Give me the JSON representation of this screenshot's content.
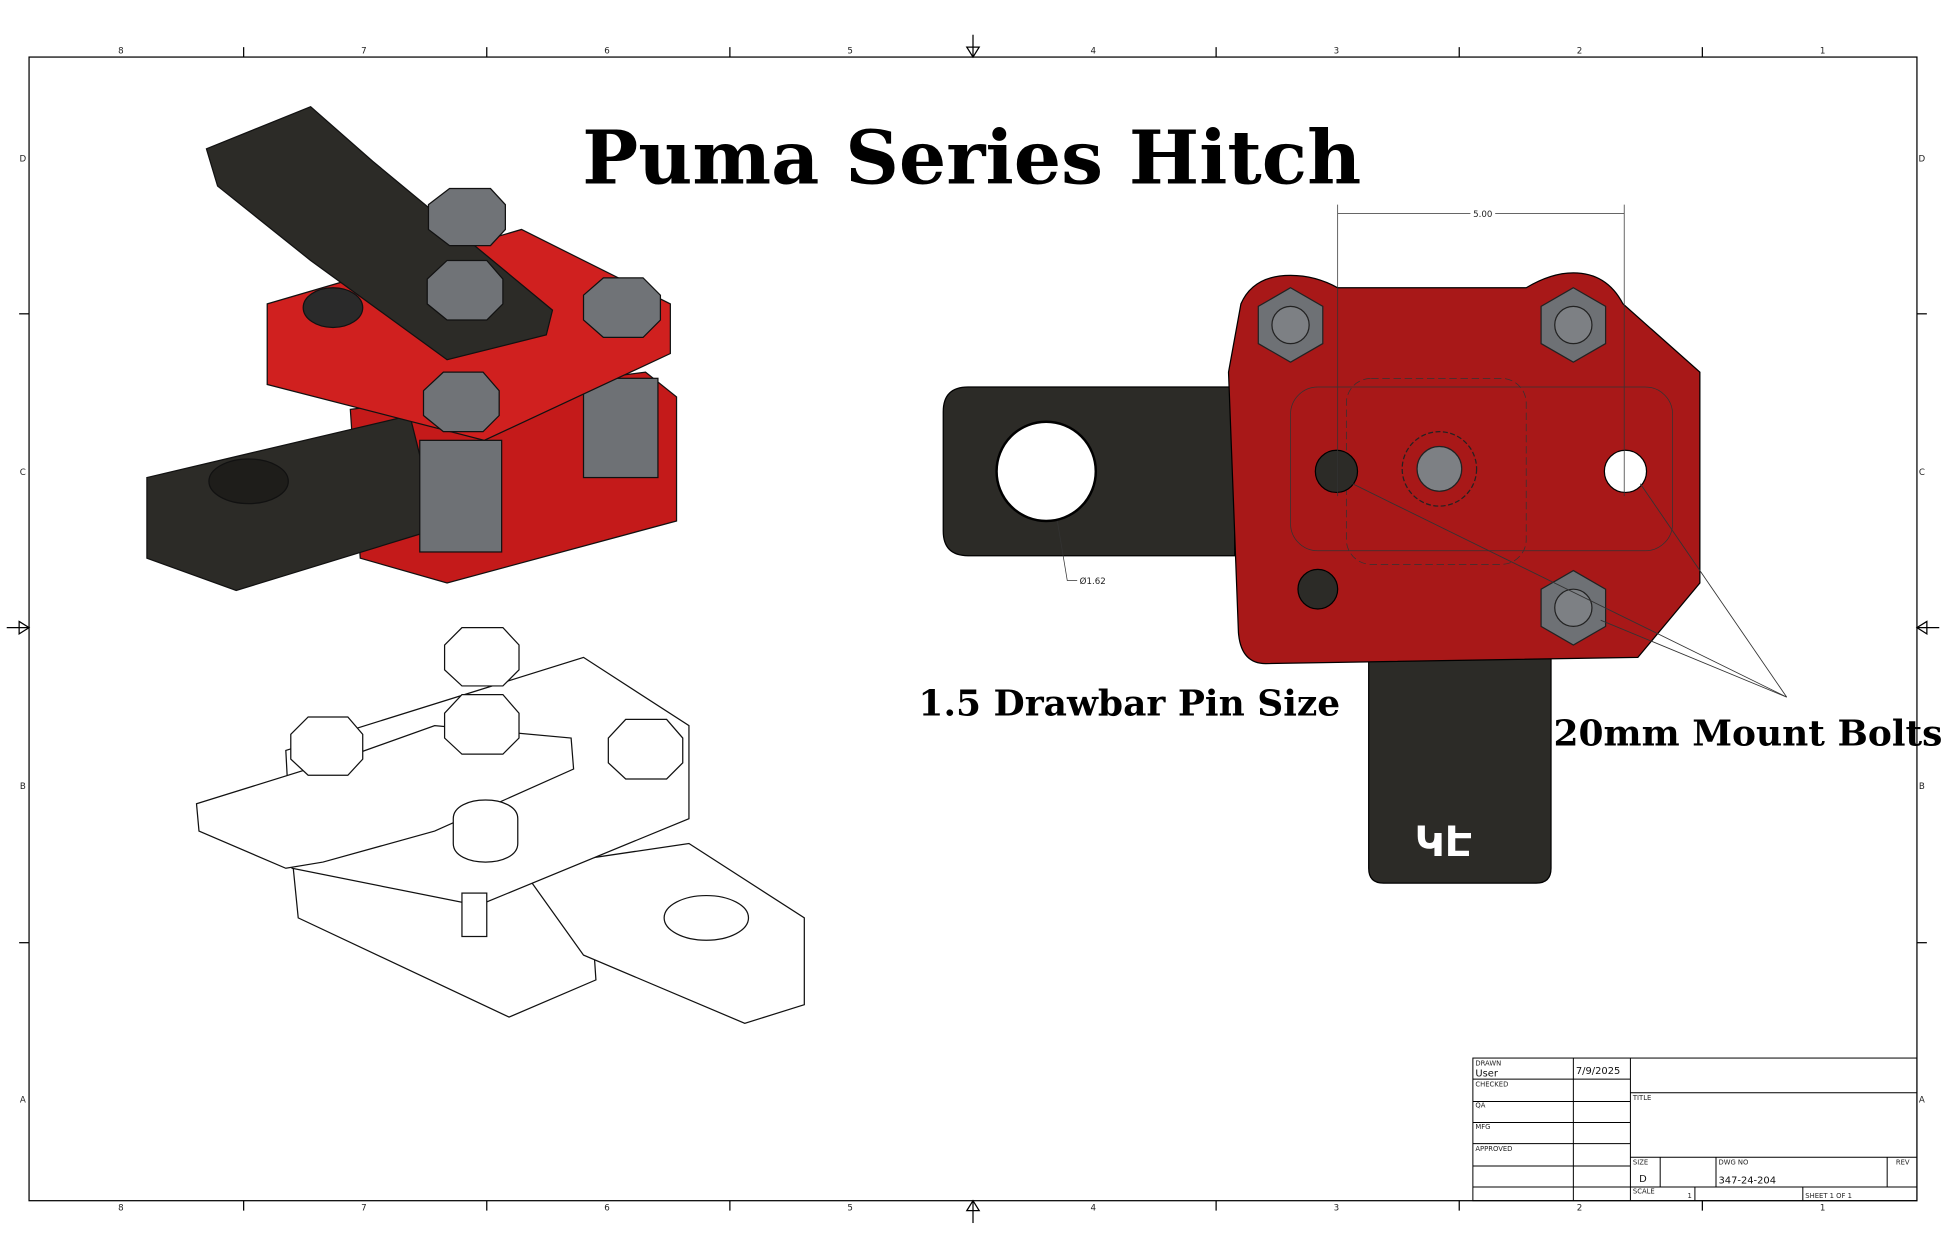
{
  "drawing_title": "Puma Series Hitch",
  "annotations": {
    "pin_size": "1.5 Drawbar Pin Size",
    "mount_bolts": "20mm Mount Bolts"
  },
  "dimensions": {
    "bolt_spacing": "5.00",
    "hole_diameter": "Ø1.62"
  },
  "zones": {
    "columns": [
      "8",
      "7",
      "6",
      "5",
      "4",
      "3",
      "2",
      "1"
    ],
    "rows": [
      "D",
      "C",
      "B",
      "A"
    ]
  },
  "title_block": {
    "drawn_label": "DRAWN",
    "drawn_by": "User",
    "drawn_date": "7/9/2025",
    "checked_label": "CHECKED",
    "qa_label": "QA",
    "mfg_label": "MFG",
    "approved_label": "APPROVED",
    "title_label": "TITLE",
    "size_label": "SIZE",
    "size_value": "D",
    "dwg_no_label": "DWG NO",
    "dwg_no_value": "347-24-204",
    "rev_label": "REV",
    "scale_label": "SCALE",
    "scale_value": "1",
    "sheet_text": "SHEET 1  OF 1"
  },
  "colors": {
    "red": "#a81818",
    "black": "#2c2b27",
    "steel": "#6e7175"
  }
}
